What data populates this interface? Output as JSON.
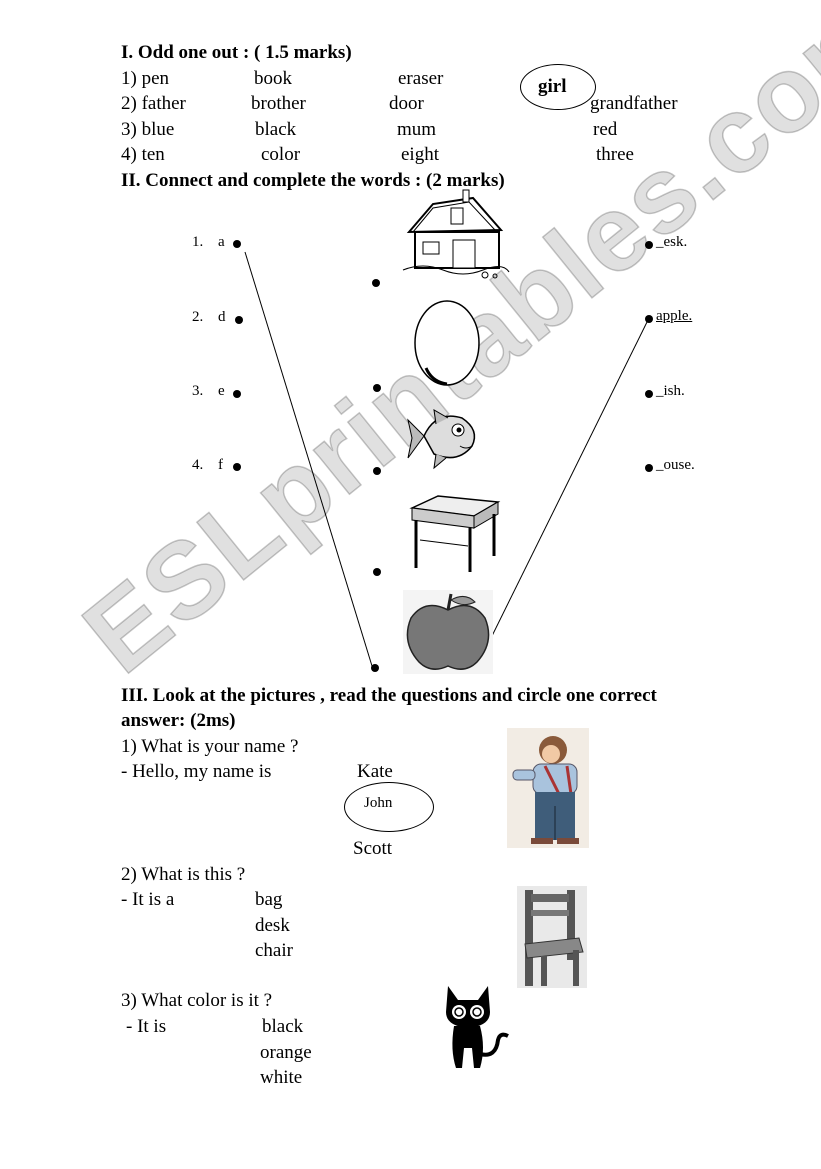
{
  "watermark": "ESLprintables.com",
  "section1": {
    "title": "I. Odd one out :    ( 1.5 marks)",
    "rows": [
      [
        "1) pen",
        "book",
        "eraser",
        "girl"
      ],
      [
        "2) father",
        "brother",
        "door",
        "grandfather"
      ],
      [
        "3) blue",
        "black",
        "mum",
        "red"
      ],
      [
        "4) ten",
        "color",
        "eight",
        "three"
      ]
    ]
  },
  "section2": {
    "title": "II. Connect and complete the words : (2 marks)",
    "left": [
      {
        "num": "1.",
        "letter": "a"
      },
      {
        "num": "2.",
        "letter": "d"
      },
      {
        "num": "3.",
        "letter": "e"
      },
      {
        "num": "4.",
        "letter": "f"
      }
    ],
    "right": [
      "_esk.",
      "apple.",
      "_ish.",
      "_ouse."
    ],
    "pictures": [
      "house-image",
      "egg-image",
      "fish-image",
      "desk-image",
      "apple-image"
    ]
  },
  "section3": {
    "title": "III. Look at the pictures , read the questions and circle one correct",
    "title2": "answer: (2ms)",
    "q1": {
      "question": "1) What  is  your  name ?",
      "prompt": "- Hello,  my  name  is",
      "options": [
        "Kate",
        "John",
        "Scott"
      ]
    },
    "q2": {
      "question": "2) What  is  this  ?",
      "prompt": "- It  is  a",
      "options": [
        "bag",
        "desk",
        "chair"
      ]
    },
    "q3": {
      "question": "3) What  color  is  it  ?",
      "prompt": "- It    is",
      "options": [
        "black",
        "orange",
        "white"
      ]
    }
  }
}
